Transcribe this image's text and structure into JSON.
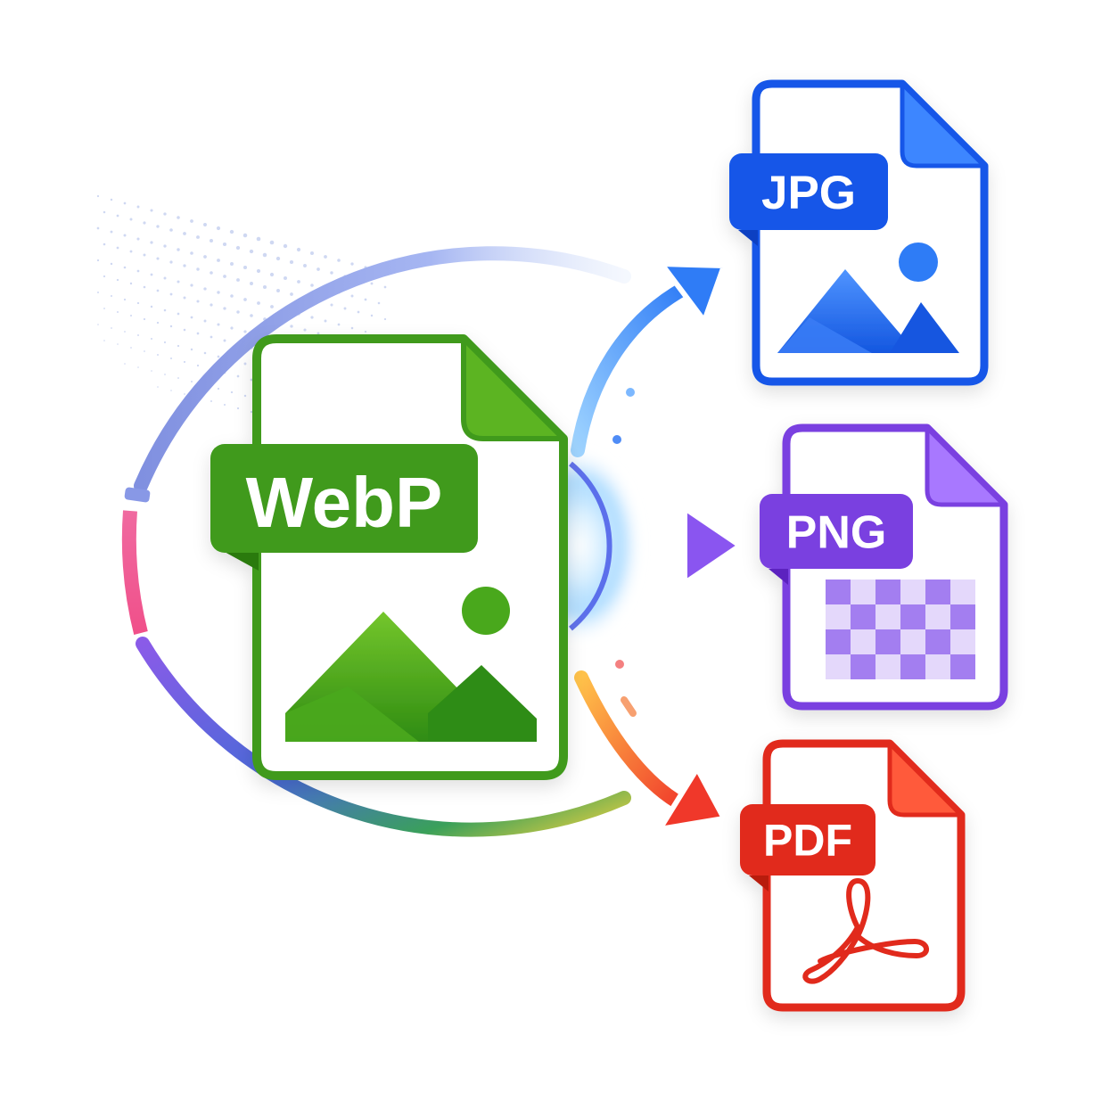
{
  "source": {
    "label": "WebP",
    "icon": "image-landscape-icon",
    "color": "#3f9a1c",
    "color_dark": "#2b7a0f",
    "color_light": "#67c02a"
  },
  "targets": [
    {
      "id": "jpg",
      "label": "JPG",
      "icon": "image-landscape-icon",
      "color": "#1257e8",
      "color_dark": "#0a3fc2",
      "color_light": "#3e86ff",
      "arrow_color": "#2f7cf6"
    },
    {
      "id": "png",
      "label": "PNG",
      "icon": "transparency-grid-icon",
      "color": "#7a3fe0",
      "color_dark": "#5b24bf",
      "color_light": "#a878ff",
      "arrow_color": "#8a55f0"
    },
    {
      "id": "pdf",
      "label": "PDF",
      "icon": "acrobat-pdf-icon",
      "color": "#e12a1c",
      "color_dark": "#b81a10",
      "color_light": "#ff5a3a",
      "arrow_color": "#f0582a"
    }
  ],
  "ring_colors": [
    "#7a8be0",
    "#f0508a",
    "#8a5be8",
    "#4a6ad8",
    "#3aa05a",
    "#e8d040"
  ]
}
